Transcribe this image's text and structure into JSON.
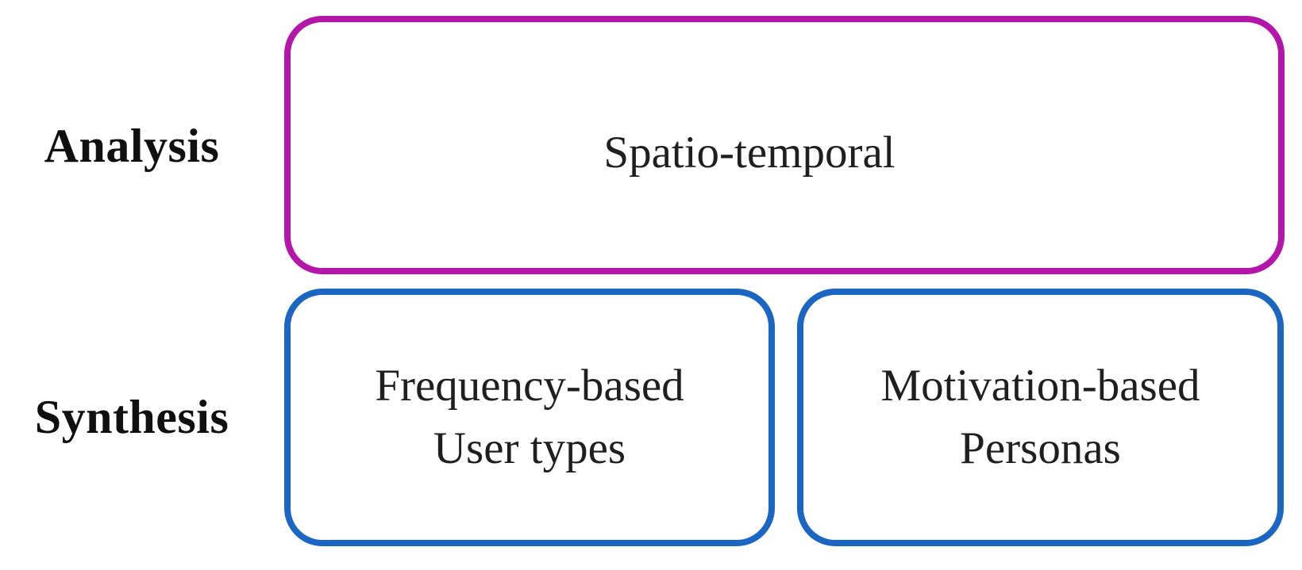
{
  "figure": {
    "type": "diagram",
    "description": "Two-row rounded-rectangle diagram mapping analysis and synthesis stages",
    "background": "#ffffff"
  },
  "colors": {
    "analysis_box_border": "#b316a9",
    "synthesis_box_border": "#1b66c2",
    "box_text": "#1f1f1f",
    "label_text": "#101010"
  },
  "rows": {
    "analysis": {
      "label": "Analysis",
      "box": {
        "text": "Spatio-temporal"
      }
    },
    "synthesis": {
      "label": "Synthesis",
      "left_box": {
        "line1": "Frequency-based",
        "line2": "User types"
      },
      "right_box": {
        "line1": "Motivation-based",
        "line2": "Personas"
      }
    }
  }
}
